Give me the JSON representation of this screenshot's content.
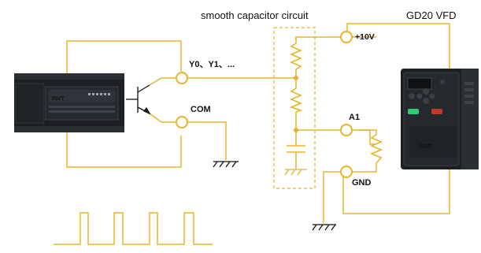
{
  "title_label": "smooth capacitor circuit",
  "vfd_label": "GD20 VFD",
  "plc_output_label": "Y0、Y1、...",
  "com_label": "COM",
  "terminal_10v_label": "+10V",
  "terminal_a1_label": "A1",
  "terminal_gnd_label": "GND",
  "plc_logo": "INVT",
  "vfd_logo": "INVT",
  "colors": {
    "wire": "#e6b52a",
    "device_body": "#1d1f22",
    "vfd_accent": "#c0392b",
    "vfd_led": "#2ecc71"
  }
}
